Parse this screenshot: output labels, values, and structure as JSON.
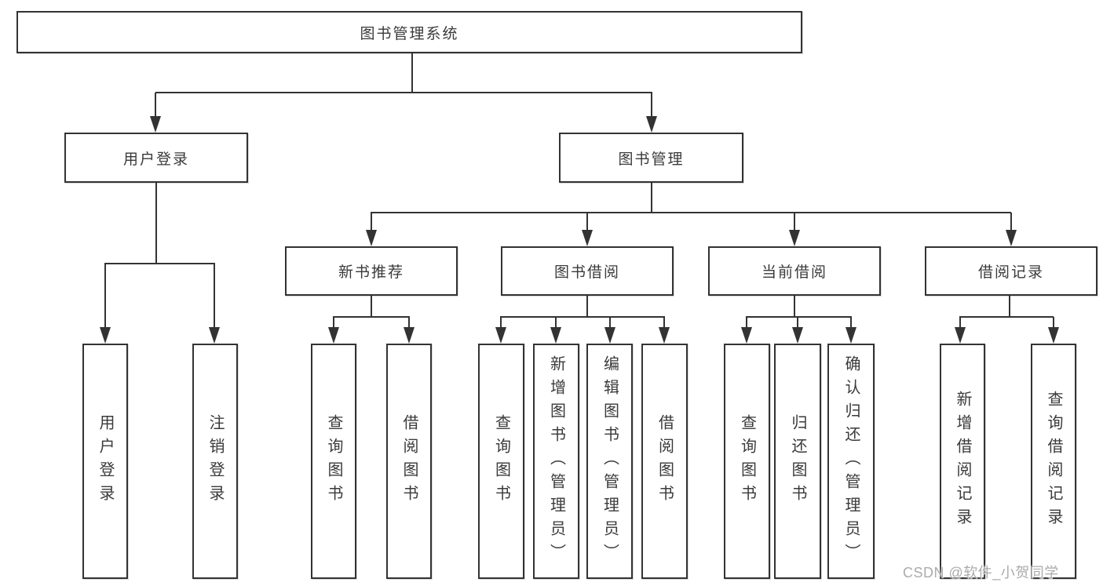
{
  "colors": {
    "line": "#333333",
    "text": "#3a3a3a",
    "watermark": "#ababab",
    "background": "#ffffff"
  },
  "diagram": {
    "root": {
      "label": "图书管理系统"
    },
    "level2": [
      {
        "label": "用户登录"
      },
      {
        "label": "图书管理"
      }
    ],
    "level3": [
      {
        "label": "新书推荐",
        "parent": "图书管理"
      },
      {
        "label": "图书借阅",
        "parent": "图书管理"
      },
      {
        "label": "当前借阅",
        "parent": "图书管理"
      },
      {
        "label": "借阅记录",
        "parent": "图书管理"
      }
    ],
    "leaves": [
      {
        "label": "用户登录",
        "parent": "用户登录"
      },
      {
        "label": "注销登录",
        "parent": "用户登录"
      },
      {
        "label": "查询图书",
        "parent": "新书推荐"
      },
      {
        "label": "借阅图书",
        "parent": "新书推荐"
      },
      {
        "label": "查询图书",
        "parent": "图书借阅"
      },
      {
        "label": "新增图书（管理员）",
        "parent": "图书借阅"
      },
      {
        "label": "编辑图书（管理员）",
        "parent": "图书借阅"
      },
      {
        "label": "借阅图书",
        "parent": "图书借阅"
      },
      {
        "label": "查询图书",
        "parent": "当前借阅"
      },
      {
        "label": "归还图书",
        "parent": "当前借阅"
      },
      {
        "label": "确认归还（管理员）",
        "parent": "当前借阅"
      },
      {
        "label": "新增借阅记录",
        "parent": "借阅记录"
      },
      {
        "label": "查询借阅记录",
        "parent": "借阅记录"
      }
    ]
  },
  "watermark": {
    "text": "CSDN @软件_小贺同学"
  }
}
